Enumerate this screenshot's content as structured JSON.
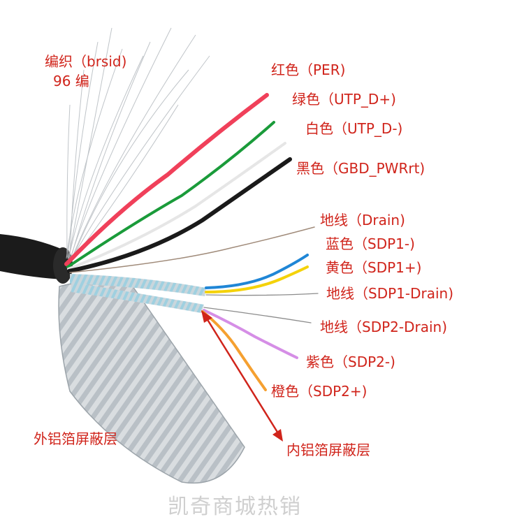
{
  "labels": {
    "braid_a": "编织（brsid)",
    "braid_b": "96 编",
    "red": "红色（PER)",
    "green": "绿色（UTP_D+)",
    "white": "白色（UTP_D-)",
    "black": "黑色（GBD_PWRrt)",
    "drain": "地线（Drain)",
    "blue": "蓝色（SDP1-)",
    "yellow": "黄色（SDP1+)",
    "drain1": "地线（SDP1-Drain)",
    "drain2": "地线（SDP2-Drain)",
    "purple": "紫色（SDP2-)",
    "orange": "橙色（SDP2+)",
    "outer_shield": "外铝箔屏蔽层",
    "inner_shield": "内铝箔屏蔽层"
  },
  "watermark": "凯奇商城热销",
  "colors": {
    "label_text": "#d0241b",
    "arrow": "#d0241b",
    "wire_red": "#f0405a",
    "wire_green": "#1a9b3a",
    "wire_white": "#e6e6e6",
    "wire_black": "#1a1a1a",
    "wire_blue": "#1f86d6",
    "wire_yellow": "#f4d20a",
    "wire_purple": "#d58ee6",
    "wire_orange": "#f5a030",
    "drain": "#a08b7a",
    "shield": "#c8cfd4",
    "jacket": "#1b1b1b"
  }
}
